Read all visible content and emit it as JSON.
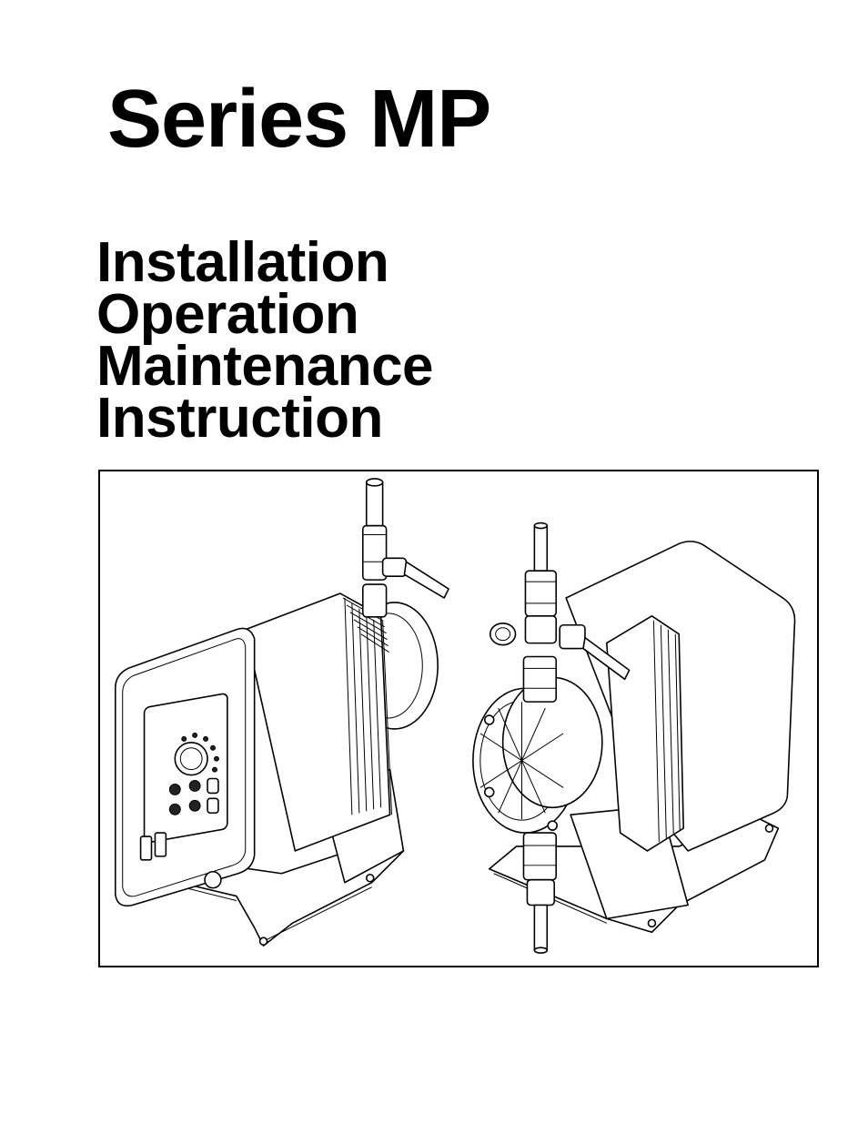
{
  "document": {
    "title": "Series MP",
    "subtitle_lines": [
      "Installation",
      "Operation",
      "Maintenance",
      "Instruction"
    ]
  },
  "figure": {
    "description_icons": [
      "pump-left-icon",
      "pump-right-icon"
    ]
  }
}
